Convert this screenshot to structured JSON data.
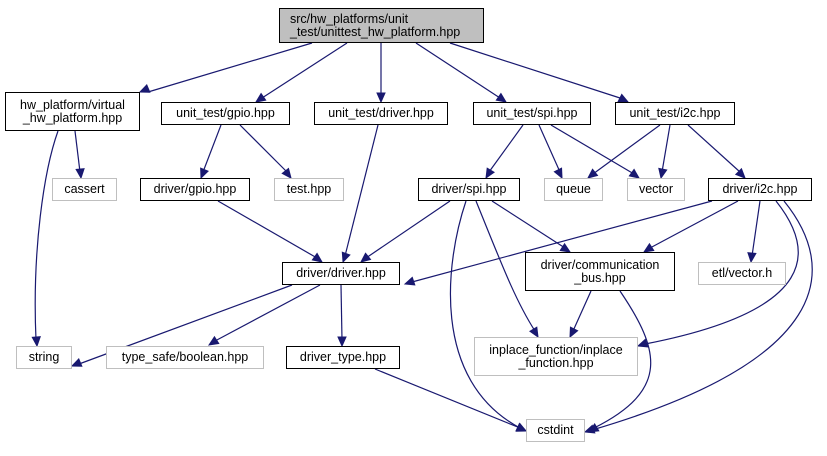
{
  "diagram": {
    "type": "include-dependency-graph",
    "edge_color": "#191970",
    "root_fill": "#bfbfbf",
    "nodes": [
      {
        "id": "root",
        "label": "src/hw_platforms/unit\n_test/unittest_hw_platform.hpp",
        "kind": "root"
      },
      {
        "id": "virtual_hw",
        "label": "hw_platform/virtual\n_hw_platform.hpp",
        "kind": "local"
      },
      {
        "id": "ut_gpio",
        "label": "unit_test/gpio.hpp",
        "kind": "local"
      },
      {
        "id": "ut_driver",
        "label": "unit_test/driver.hpp",
        "kind": "local"
      },
      {
        "id": "ut_spi",
        "label": "unit_test/spi.hpp",
        "kind": "local"
      },
      {
        "id": "ut_i2c",
        "label": "unit_test/i2c.hpp",
        "kind": "local"
      },
      {
        "id": "cassert",
        "label": "cassert",
        "kind": "system"
      },
      {
        "id": "drv_gpio",
        "label": "driver/gpio.hpp",
        "kind": "local"
      },
      {
        "id": "test_hpp",
        "label": "test.hpp",
        "kind": "system"
      },
      {
        "id": "drv_spi",
        "label": "driver/spi.hpp",
        "kind": "local"
      },
      {
        "id": "queue",
        "label": "queue",
        "kind": "system"
      },
      {
        "id": "vector",
        "label": "vector",
        "kind": "system"
      },
      {
        "id": "drv_i2c",
        "label": "driver/i2c.hpp",
        "kind": "local"
      },
      {
        "id": "drv_driver",
        "label": "driver/driver.hpp",
        "kind": "local"
      },
      {
        "id": "comm_bus",
        "label": "driver/communication\n_bus.hpp",
        "kind": "local"
      },
      {
        "id": "etl_vector",
        "label": "etl/vector.h",
        "kind": "system"
      },
      {
        "id": "string",
        "label": "string",
        "kind": "system"
      },
      {
        "id": "boolean",
        "label": "type_safe/boolean.hpp",
        "kind": "system"
      },
      {
        "id": "driver_type",
        "label": "driver_type.hpp",
        "kind": "local"
      },
      {
        "id": "inplace_fn",
        "label": "inplace_function/inplace\n_function.hpp",
        "kind": "system"
      },
      {
        "id": "cstdint",
        "label": "cstdint",
        "kind": "system"
      }
    ],
    "edges": [
      {
        "from": "root",
        "to": "virtual_hw"
      },
      {
        "from": "root",
        "to": "ut_gpio"
      },
      {
        "from": "root",
        "to": "ut_driver"
      },
      {
        "from": "root",
        "to": "ut_spi"
      },
      {
        "from": "root",
        "to": "ut_i2c"
      },
      {
        "from": "virtual_hw",
        "to": "string"
      },
      {
        "from": "virtual_hw",
        "to": "cassert"
      },
      {
        "from": "ut_gpio",
        "to": "drv_gpio"
      },
      {
        "from": "ut_gpio",
        "to": "test_hpp"
      },
      {
        "from": "ut_driver",
        "to": "drv_driver"
      },
      {
        "from": "ut_spi",
        "to": "drv_spi"
      },
      {
        "from": "ut_spi",
        "to": "queue"
      },
      {
        "from": "ut_spi",
        "to": "vector"
      },
      {
        "from": "ut_i2c",
        "to": "queue"
      },
      {
        "from": "ut_i2c",
        "to": "vector"
      },
      {
        "from": "ut_i2c",
        "to": "drv_i2c"
      },
      {
        "from": "drv_gpio",
        "to": "drv_driver"
      },
      {
        "from": "drv_spi",
        "to": "drv_driver"
      },
      {
        "from": "drv_spi",
        "to": "cstdint"
      },
      {
        "from": "drv_spi",
        "to": "inplace_fn"
      },
      {
        "from": "drv_spi",
        "to": "comm_bus"
      },
      {
        "from": "drv_i2c",
        "to": "drv_driver"
      },
      {
        "from": "drv_i2c",
        "to": "comm_bus"
      },
      {
        "from": "drv_i2c",
        "to": "etl_vector"
      },
      {
        "from": "drv_i2c",
        "to": "inplace_fn"
      },
      {
        "from": "drv_i2c",
        "to": "cstdint"
      },
      {
        "from": "drv_driver",
        "to": "string"
      },
      {
        "from": "drv_driver",
        "to": "boolean"
      },
      {
        "from": "drv_driver",
        "to": "driver_type"
      },
      {
        "from": "comm_bus",
        "to": "inplace_fn"
      },
      {
        "from": "comm_bus",
        "to": "cstdint"
      },
      {
        "from": "driver_type",
        "to": "cstdint"
      }
    ]
  }
}
